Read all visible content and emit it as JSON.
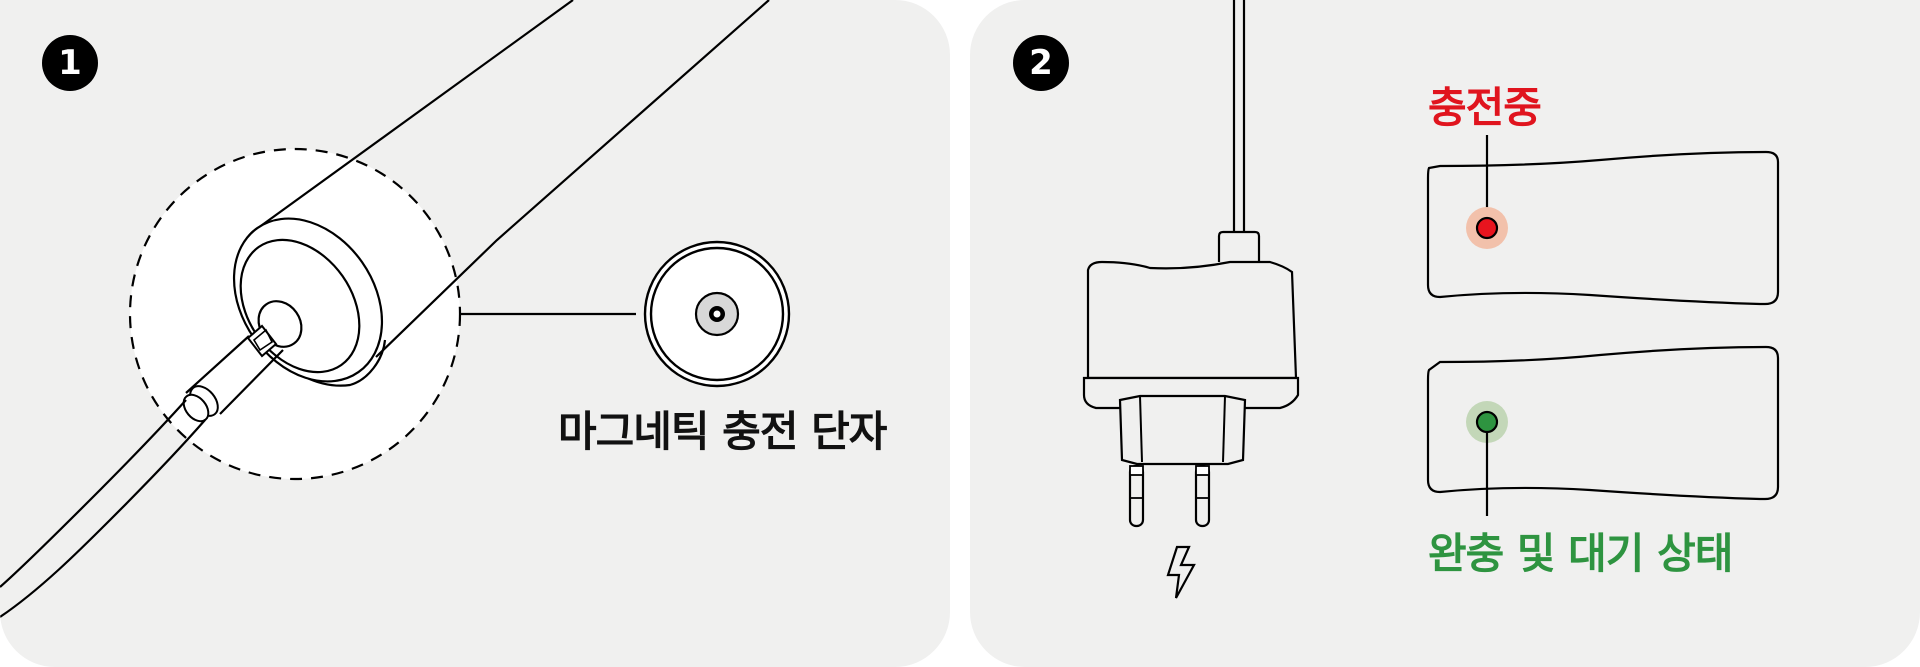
{
  "steps": [
    {
      "number": "1",
      "callout_label": "마그네틱 충전 단자",
      "illustration": "toothbrush-handle-with-magnetic-charging-cable",
      "detail_icon": "magnetic-charging-port-icon"
    },
    {
      "number": "2",
      "illustration": "wall-charger-adapter",
      "power_icon": "lightning-bolt-icon",
      "indicators": [
        {
          "label": "충전중",
          "state": "charging",
          "led_color": "#e8141e",
          "glow_color": "#f2c1ab",
          "text_color": "#e0141e"
        },
        {
          "label": "완충 및 대기 상태",
          "state": "fully-charged-standby",
          "led_color": "#2e9440",
          "glow_color": "#c3d7b8",
          "text_color": "#2e9440"
        }
      ]
    }
  ],
  "colors": {
    "panel_bg": "#f0f0ef",
    "page_bg": "#ffffff",
    "stroke": "#000000",
    "badge_bg": "#000000",
    "badge_text": "#ffffff",
    "port_center_gray": "#d8d8d8"
  }
}
